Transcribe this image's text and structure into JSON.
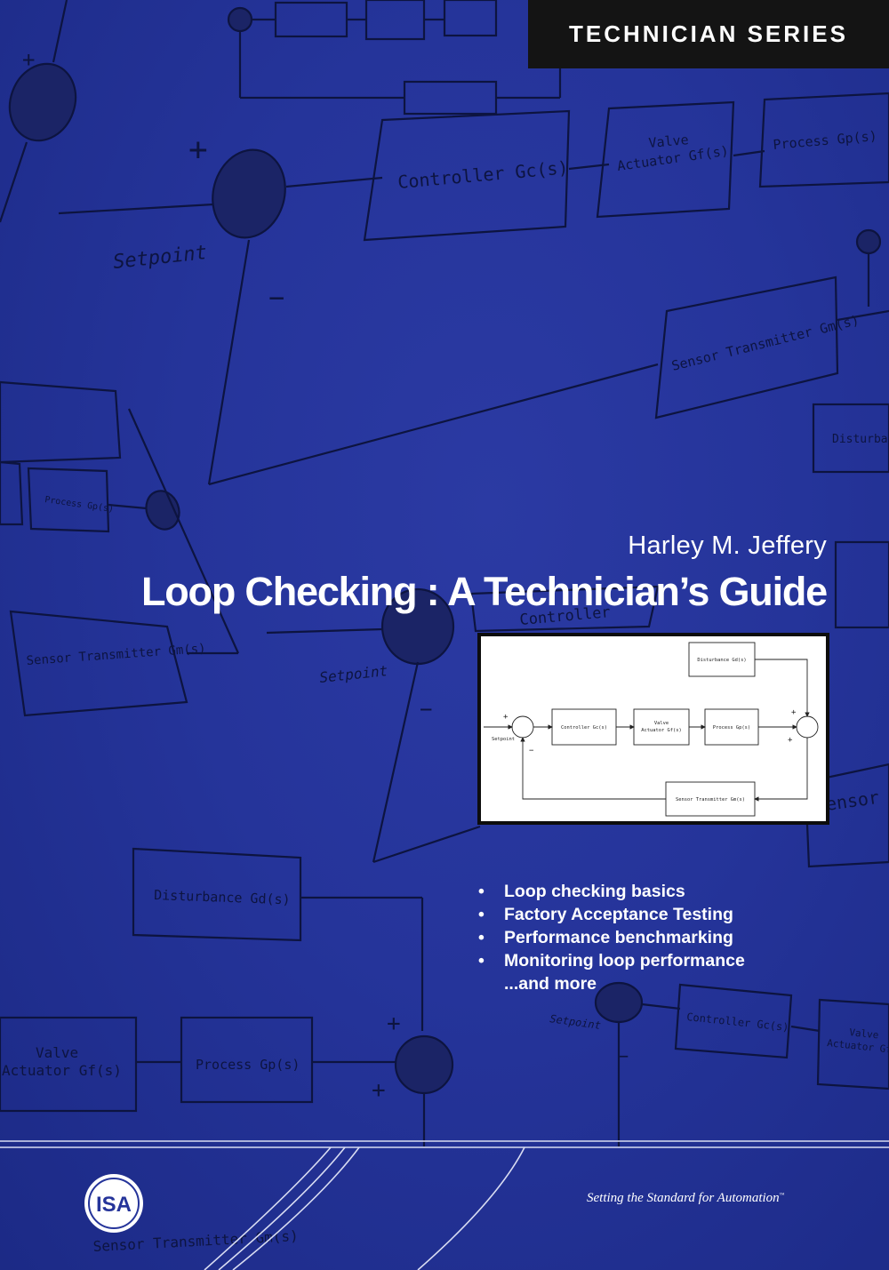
{
  "cover": {
    "series": "TECHNICIAN SERIES",
    "author": "Harley M. Jeffery",
    "title": "Loop Checking : A Technician’s Guide",
    "features": [
      "Loop checking basics",
      "Factory Acceptance Testing",
      "Performance benchmarking",
      "Monitoring loop performance"
    ],
    "features_more": "...and more",
    "bullet_glyph": "•",
    "publisher_logo": "ISA",
    "tagline": "Setting the Standard for Automation",
    "tagline_mark": "™"
  },
  "background_diagram": {
    "labels": {
      "controller": "Controller Gc(s)",
      "valve": "Valve",
      "actuator": "Actuator Gf(s)",
      "valve_actuator": "Valve Actuator Gf(s)",
      "process": "Process Gp(s)",
      "setpoint": "Setpoint",
      "sensor": "Sensor Transmitter Gm(s)",
      "disturbance": "Disturbance Gd(s)",
      "disturbance_cut": "Disturban",
      "sensor_cut": "ensor T",
      "controller_cut": "Controller",
      "plus": "+",
      "minus": "−"
    }
  },
  "inset_diagram": {
    "disturbance": "Disturbance Gd(s)",
    "controller": "Controller Gc(s)",
    "valve": "Valve",
    "actuator": "Actuator Gf(s)",
    "process": "Process Gp(s)",
    "sensor": "Sensor Transmitter Gm(s)",
    "setpoint": "Setpoint",
    "plus": "+",
    "minus": "−"
  },
  "colors": {
    "cover_blue": "#25349a",
    "diagram_line": "#0d1440",
    "banner": "#141414",
    "text": "#ffffff"
  }
}
